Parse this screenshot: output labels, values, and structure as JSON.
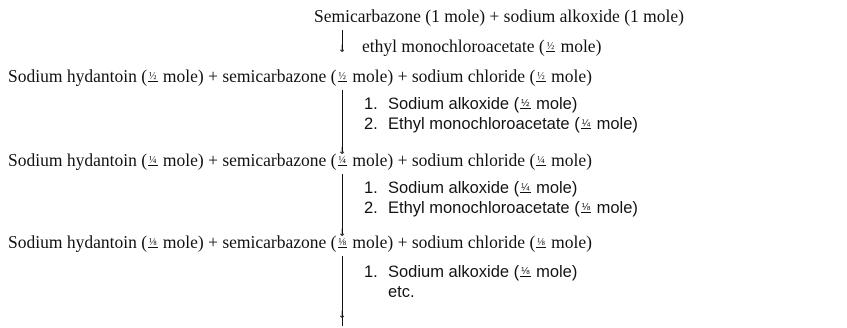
{
  "diagram": {
    "species": {
      "top": [
        "Semicarbazone (1 mole) + sodium alkoxide (1 mole)"
      ],
      "stage1": [
        "Sodium hydantoin (",
        "½",
        " mole) + semicarbazone (",
        "½",
        " mole) + sodium chloride (",
        "½",
        " mole)"
      ],
      "stage2": [
        "Sodium hydantoin (",
        "¼",
        " mole) + semicarbazone (",
        "¼",
        " mole) + sodium chloride (",
        "¼",
        " mole)"
      ],
      "stage3": [
        "Sodium hydantoin (",
        "⅛",
        " mole) + semicarbazone (",
        "⅛",
        " mole) + sodium chloride (",
        "⅛",
        " mole)"
      ]
    },
    "reagents": {
      "step1": {
        "text_a": "ethyl monochloroacetate (",
        "frac": "½",
        "text_b": " mole)"
      },
      "step2": [
        {
          "num": "1.",
          "text_a": "Sodium alkoxide (",
          "frac": "½",
          "text_b": " mole)"
        },
        {
          "num": "2.",
          "text_a": "Ethyl monochloroacetate (",
          "frac": "¼",
          "text_b": " mole)"
        }
      ],
      "step3": [
        {
          "num": "1.",
          "text_a": "Sodium alkoxide (",
          "frac": "¼",
          "text_b": " mole)"
        },
        {
          "num": "2.",
          "text_a": "Ethyl monochloroacetate (",
          "frac": "⅛",
          "text_b": " mole)"
        }
      ],
      "step4": [
        {
          "num": "1.",
          "text_a": "Sodium alkoxide (",
          "frac": "⅛",
          "text_b": " mole)"
        },
        {
          "num": "",
          "text_a": "etc.",
          "frac": "",
          "text_b": ""
        }
      ]
    }
  }
}
